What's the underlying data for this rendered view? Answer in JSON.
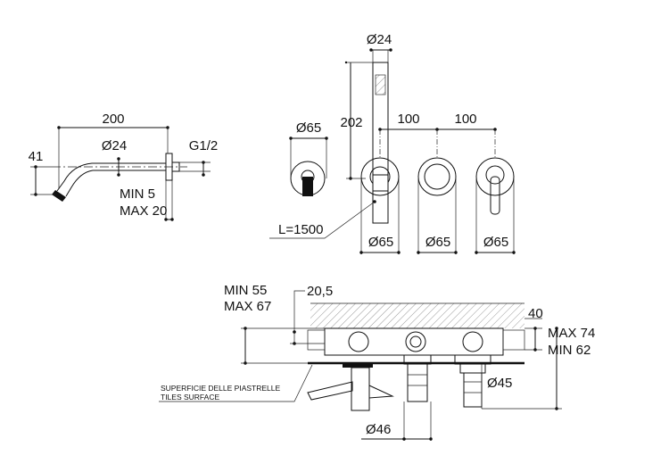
{
  "spout": {
    "length": "200",
    "height": "41",
    "diameter": "Ø24",
    "thread": "G1/2",
    "min": "MIN 5",
    "max": "MAX 20"
  },
  "front": {
    "diverter_diameter": "Ø65",
    "shower_diameter": "Ø24",
    "shower_height": "202",
    "spacing_1": "100",
    "spacing_2": "100",
    "hose_length": "L=1500",
    "plate_1": "Ø65",
    "plate_2": "Ø65",
    "plate_3": "Ø65"
  },
  "section": {
    "min": "MIN 55",
    "max": "MAX 67",
    "offset": "20,5",
    "right_dim": "40",
    "right_max": "MAX 74",
    "right_min": "MIN 62",
    "sleeve_diameter": "Ø45",
    "bottom_diameter": "Ø46",
    "tiles_it": "SUPERFICIE DELLE PIASTRELLE",
    "tiles_en": "TILES SURFACE"
  }
}
